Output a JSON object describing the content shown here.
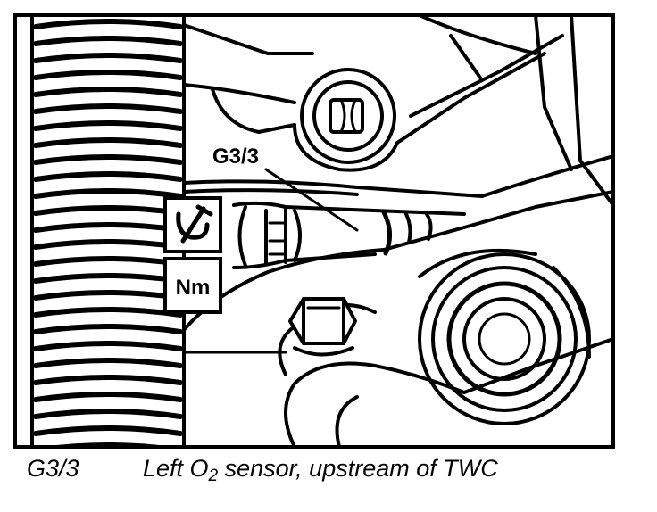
{
  "figure": {
    "callout_label": "G3/3",
    "tool_icon": "wrench-socket-icon",
    "torque_badge": "Nm"
  },
  "caption": {
    "code": "G3/3",
    "desc_pre": "Left O",
    "desc_sub": "2",
    "desc_post": " sensor, upstream of TWC"
  }
}
